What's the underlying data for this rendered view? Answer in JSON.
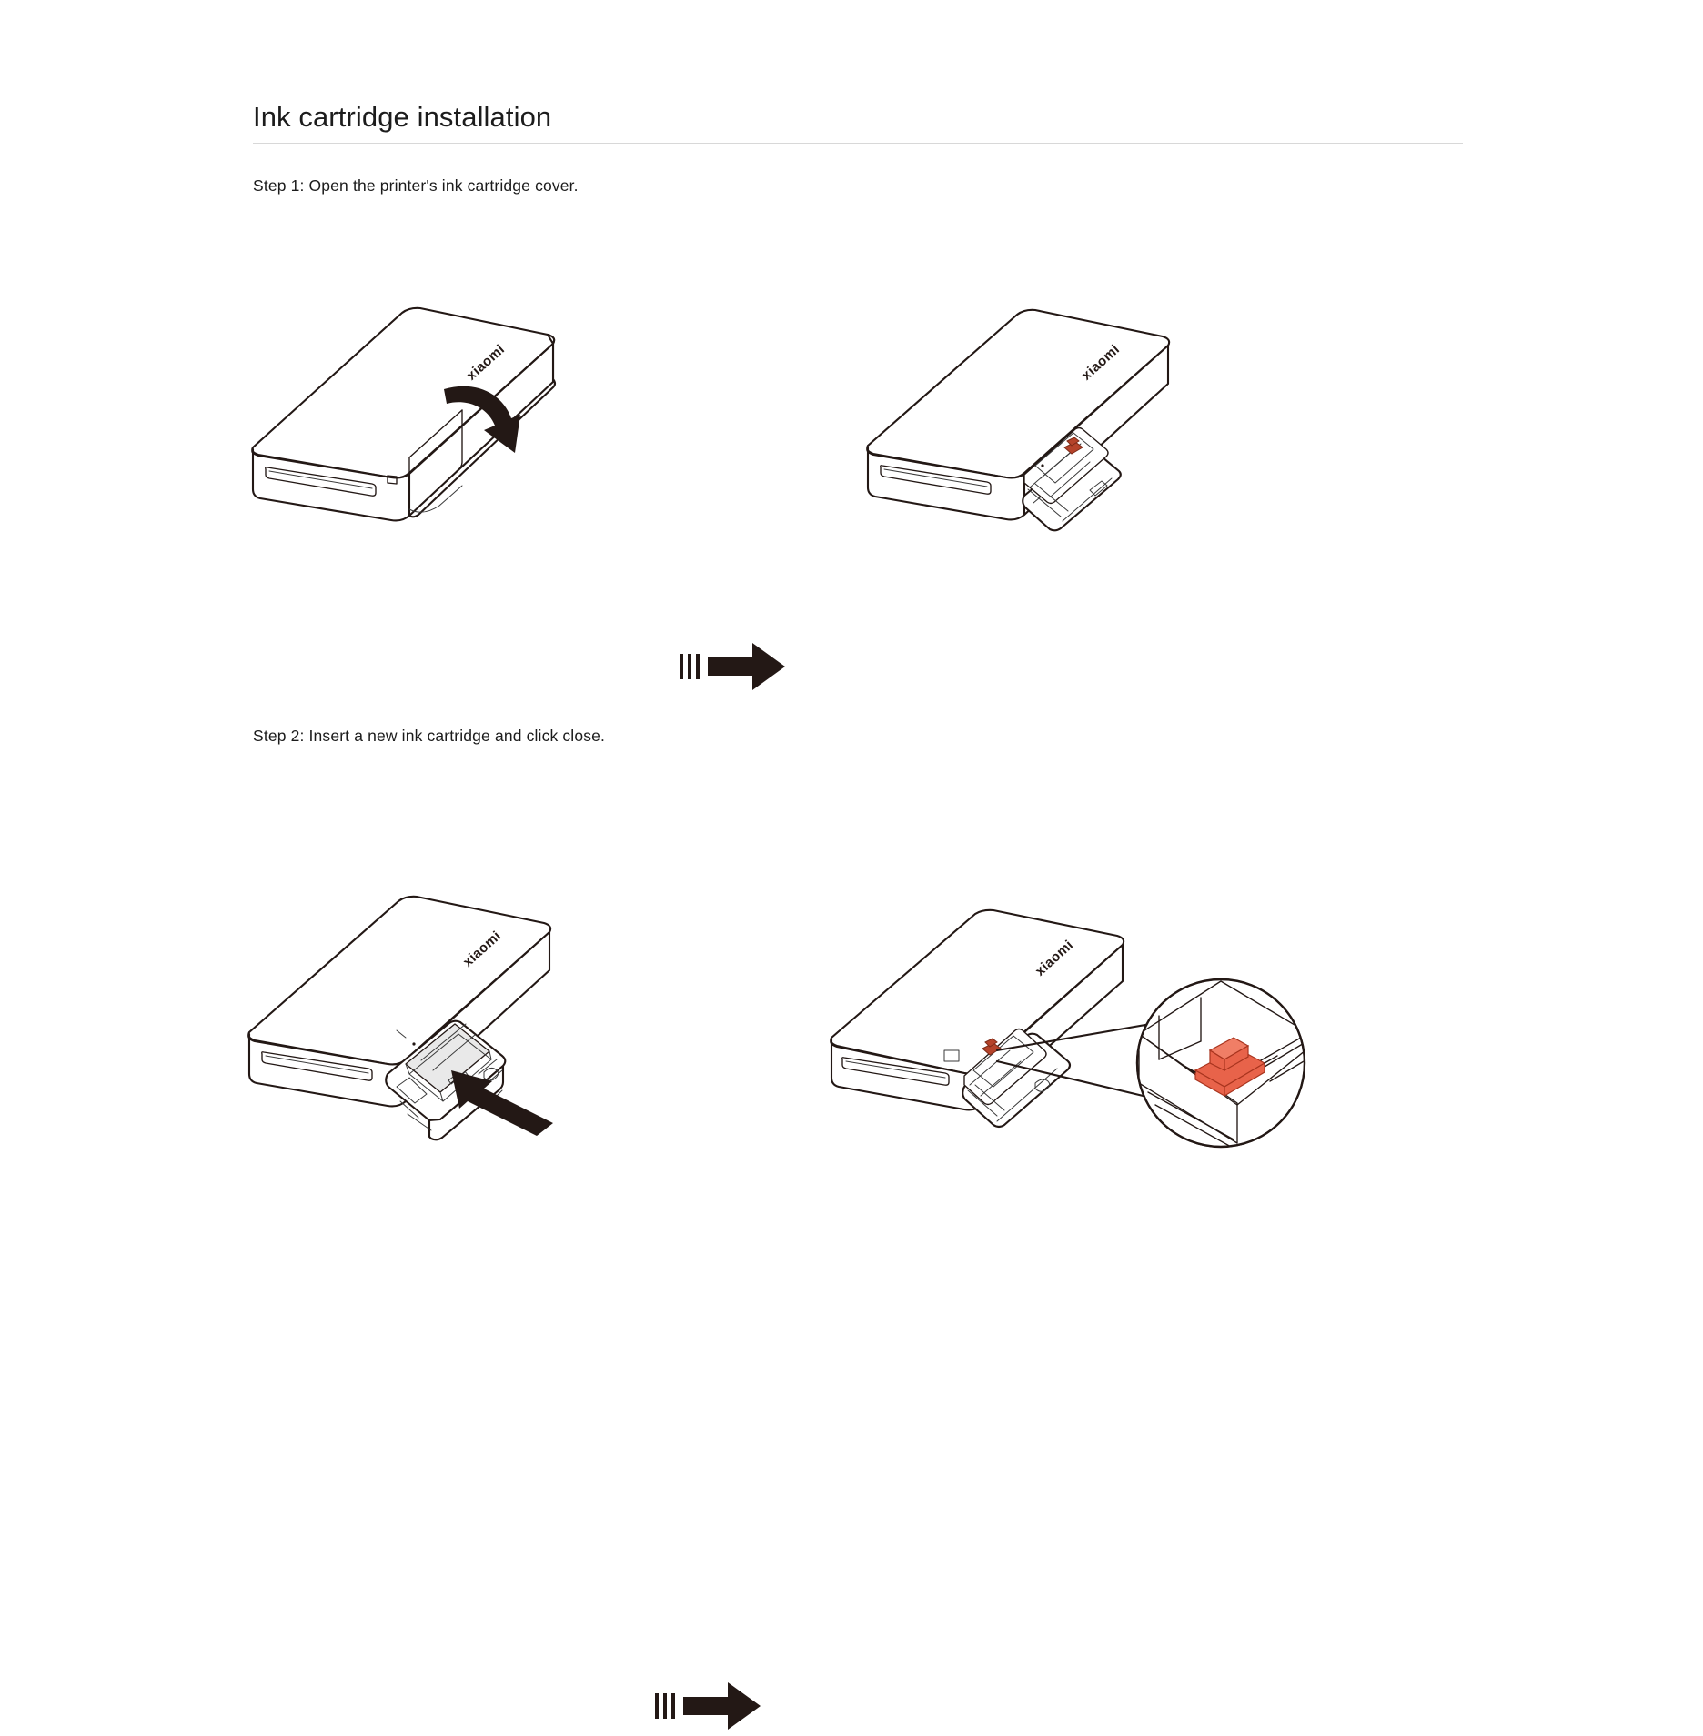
{
  "document": {
    "title": "Ink cartridge installation",
    "background_color": "#ffffff",
    "text_color": "#1c1c1c",
    "rule_color": "#d8d8d8"
  },
  "steps": [
    {
      "id": "step-1",
      "caption": "Step 1: Open the printer's ink cartridge cover.",
      "transition_arrow": "right-arrow-with-motion-lines",
      "figures": [
        {
          "name": "printer-closed-with-rotate-arrow",
          "brand_label": "xiaomi",
          "description": "Xiaomi photo printer, closed, with curved arrow indicating cover opening"
        },
        {
          "name": "printer-cover-open",
          "brand_label": "xiaomi",
          "description": "Xiaomi photo printer with ink cartridge cover opened downward"
        }
      ]
    },
    {
      "id": "step-2",
      "caption": "Step 2: Insert a new ink cartridge and click close.",
      "transition_arrow": "right-arrow-with-motion-lines",
      "figures": [
        {
          "name": "printer-cartridge-insert",
          "brand_label": "xiaomi",
          "description": "Ink cartridge being pushed into the open tray, arrow indicating insertion direction"
        },
        {
          "name": "printer-cartridge-seated-with-callout",
          "brand_label": "xiaomi",
          "description": "Cartridge seated, magnified circular callout showing the orange locking latch engaged"
        }
      ]
    }
  ],
  "colors": {
    "line_art": "#231815",
    "arrow": "#231815",
    "latch_dim": "#b5432a",
    "latch_bright": "#e8634a",
    "cartridge_fill": "#e9e9e9"
  }
}
